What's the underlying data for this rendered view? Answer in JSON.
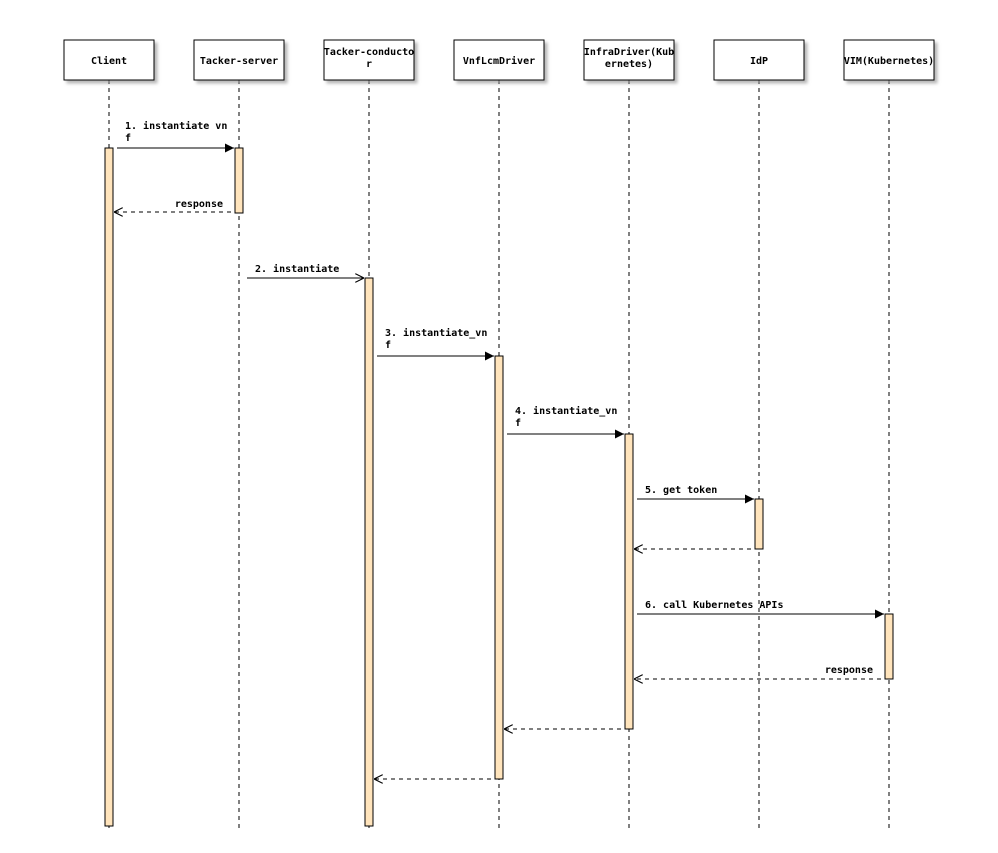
{
  "participants": [
    {
      "id": "client",
      "name": [
        "Client"
      ]
    },
    {
      "id": "tacker-server",
      "name": [
        "Tacker-server"
      ]
    },
    {
      "id": "tacker-conductor",
      "name": [
        "Tacker-conducto",
        "r"
      ]
    },
    {
      "id": "vnflcmdriver",
      "name": [
        "VnfLcmDriver"
      ]
    },
    {
      "id": "infradriver",
      "name": [
        "InfraDriver(Kub",
        "ernetes)"
      ]
    },
    {
      "id": "idp",
      "name": [
        "IdP"
      ]
    },
    {
      "id": "vim",
      "name": [
        "VIM(Kubernetes)"
      ]
    }
  ],
  "messages": [
    {
      "id": "msg-1",
      "from": "client",
      "to": "tacker-server",
      "kind": "sync",
      "label": [
        "1. instantiate vn",
        "f"
      ]
    },
    {
      "id": "msg-1-response",
      "from": "tacker-server",
      "to": "client",
      "kind": "return",
      "label": [
        "response"
      ]
    },
    {
      "id": "msg-2",
      "from": "tacker-server",
      "to": "tacker-conductor",
      "kind": "async",
      "label": [
        "2. instantiate"
      ]
    },
    {
      "id": "msg-3",
      "from": "tacker-conductor",
      "to": "vnflcmdriver",
      "kind": "sync",
      "label": [
        "3. instantiate_vn",
        "f"
      ]
    },
    {
      "id": "msg-4",
      "from": "vnflcmdriver",
      "to": "infradriver",
      "kind": "sync",
      "label": [
        "4. instantiate_vn",
        "f"
      ]
    },
    {
      "id": "msg-5",
      "from": "infradriver",
      "to": "idp",
      "kind": "sync",
      "label": [
        "5. get token"
      ]
    },
    {
      "id": "msg-5-return",
      "from": "idp",
      "to": "infradriver",
      "kind": "return",
      "label": []
    },
    {
      "id": "msg-6",
      "from": "infradriver",
      "to": "vim",
      "kind": "sync",
      "label": [
        "6. call Kubernetes APIs"
      ]
    },
    {
      "id": "msg-6-response",
      "from": "vim",
      "to": "infradriver",
      "kind": "return",
      "label": [
        "response"
      ]
    },
    {
      "id": "msg-4-return",
      "from": "infradriver",
      "to": "vnflcmdriver",
      "kind": "return",
      "label": []
    },
    {
      "id": "msg-3-return",
      "from": "vnflcmdriver",
      "to": "tacker-conductor",
      "kind": "return",
      "label": []
    }
  ],
  "colors": {
    "activation_fill": "#FFE4BC",
    "box_fill": "#FFFFFF",
    "line": "#000000",
    "shadow": "#BBBBBB"
  }
}
